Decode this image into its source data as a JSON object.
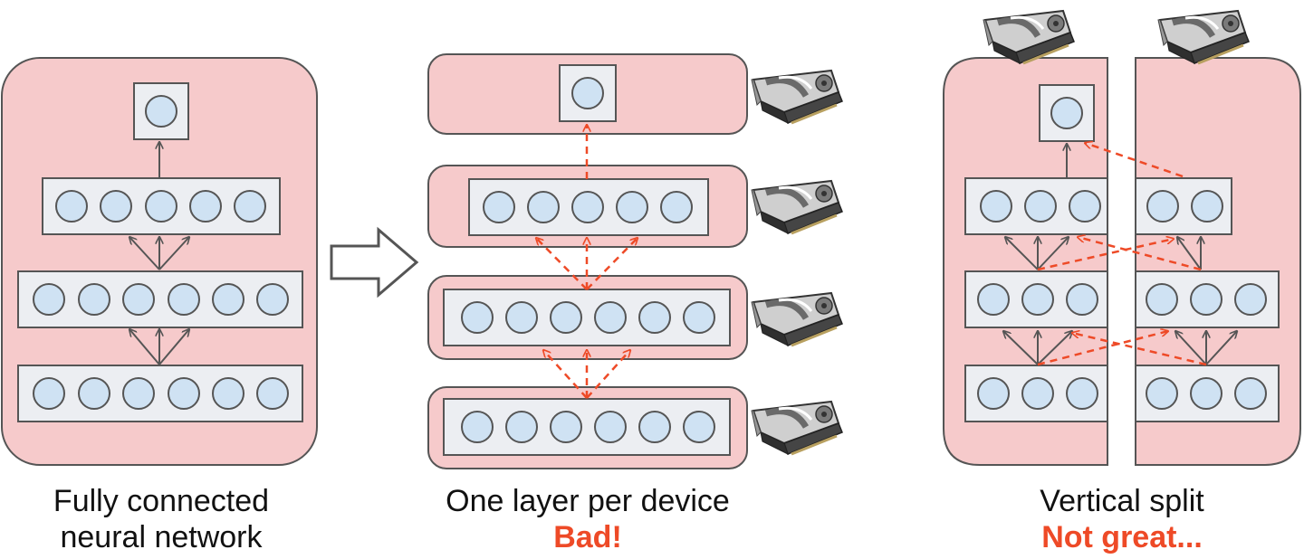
{
  "panels": [
    {
      "caption": [
        "Fully connected",
        "neural network"
      ],
      "verdict": ""
    },
    {
      "caption": [
        "One layer per device"
      ],
      "verdict": "Bad!"
    },
    {
      "caption": [
        "Vertical split"
      ],
      "verdict": "Not great..."
    }
  ],
  "colors": {
    "partition_fill": "#f6cacb",
    "partition_stroke": "#555555",
    "layer_fill": "#eceef2",
    "neuron_fill": "#cfe2f3",
    "arrow": "#555555",
    "cross_device_arrow": "#ee4a27",
    "verdict": "#ee4a27"
  },
  "icons": {
    "device": "gpu-card-icon",
    "transition": "right-arrow-icon"
  }
}
